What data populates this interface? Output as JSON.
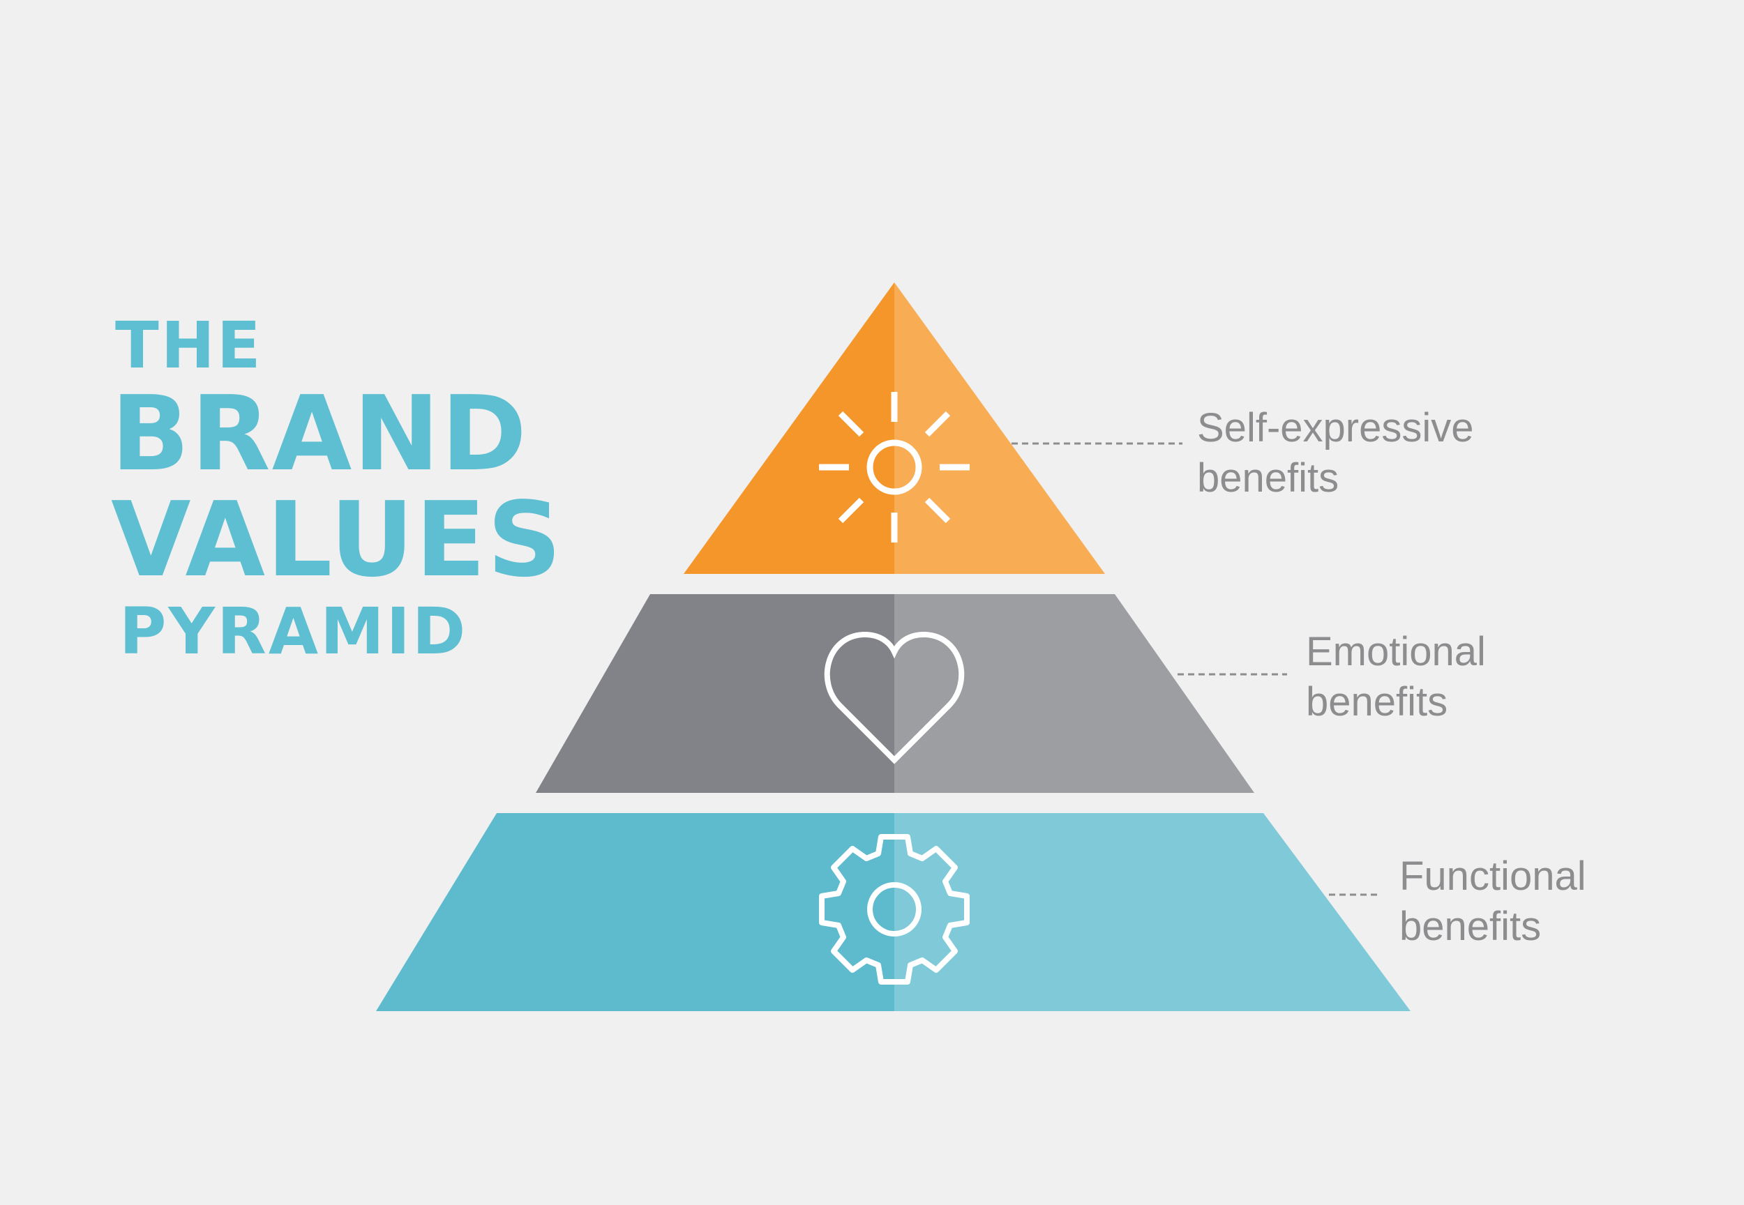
{
  "title": {
    "line1": "THE",
    "line2": "BRAND",
    "line3": "VALUES",
    "line4": "PYRAMID",
    "color": "#5dbfd1"
  },
  "tiers": [
    {
      "name": "top",
      "label_line1": "Self-expressive",
      "label_line2": "benefits",
      "icon": "sun-icon",
      "color_left": "#f5962b",
      "color_right": "#f8ad55"
    },
    {
      "name": "middle",
      "label_line1": "Emotional",
      "label_line2": "benefits",
      "icon": "heart-icon",
      "color_left": "#818389",
      "color_right": "#9c9ea2"
    },
    {
      "name": "bottom",
      "label_line1": "Functional",
      "label_line2": "benefits",
      "icon": "gear-icon",
      "color_left": "#5ebbcd",
      "color_right": "#7fc9d8"
    }
  ]
}
